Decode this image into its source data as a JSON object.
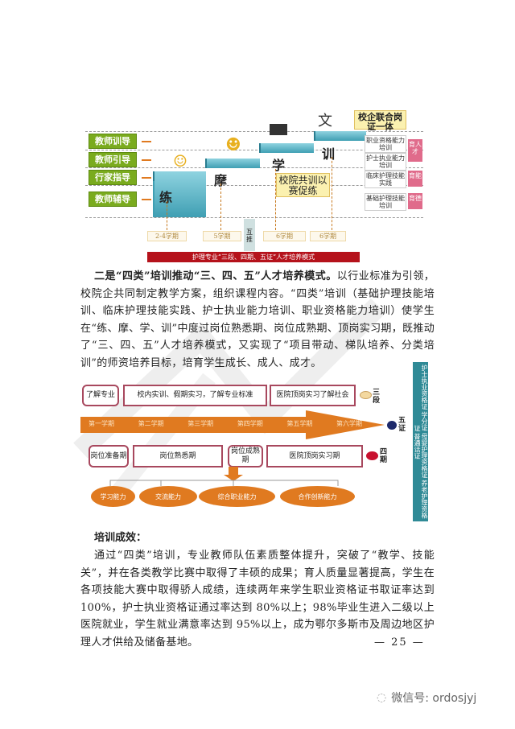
{
  "diagram1": {
    "guides": [
      "教师训导",
      "教师引导",
      "行家指导",
      "教师辅导"
    ],
    "steps": [
      "练",
      "摩",
      "学",
      "训"
    ],
    "top_box": "校企联合岗证一体",
    "mid_box": "校院共训以赛促练",
    "trainings": [
      "职业资格能力培训",
      "护士执业能力培训",
      "临床护理技能实践",
      "基础护理技能培训"
    ],
    "tags": [
      "育人才",
      "育能",
      "育德"
    ],
    "semesters": [
      "2-4学期",
      "5学期",
      "6学期",
      "6学期"
    ],
    "mutual": "互推",
    "banner": "护理专业“三段、四期、五证”人才培养模式"
  },
  "paragraph1": {
    "bold": "二是“四类”培训推动“三、四、五”人才培养模式。",
    "text": "以行业标准为引领，校院企共同制定教学方案，组织课程内容。“四类”培训（基础护理技能培训、临床护理技能实践、护士执业能力培训、职业资格能力培训）使学生在“练、摩、学、训”中度过岗位熟悉期、岗位成熟期、顶岗实习期，既推动了“三、四、五”人才培养模式，又实现了“项目带动、梯队培养、分类培训”的师资培养目标，培育学生成长、成人、成才。"
  },
  "diagram2": {
    "row1": [
      "了解专业",
      "校内实训、假期实习，了解专业标准",
      "医院顶岗实习了解社会"
    ],
    "row1_tag": "三段",
    "semesters": [
      "第一学期",
      "第二学期",
      "第三学期",
      "第四学期",
      "第五学期",
      "第六学期"
    ],
    "arrow_tag": "五证",
    "row2": [
      "岗位准备期",
      "岗位熟悉期",
      "岗位成熟期",
      "医院顶岗实习期"
    ],
    "row2_tag": "四期",
    "abilities": [
      "学习能力",
      "交流能力",
      "综合职业能力",
      "合作创新能力"
    ],
    "certs": "护士执业资格证 学分证 母婴护理资格证 养老护理资格证 普通话证"
  },
  "section2": {
    "heading": "培训成效：",
    "text": "通过“四类”培训，专业教师队伍素质整体提升，突破了“教学、技能关”，并在各类教学比赛中取得了丰硕的成果；育人质量显著提高，学生在各项技能大赛中取得骄人成绩，连续两年来学生职业资格证书取证率达到 100%，护士执业资格证通过率达到 80%以上；98%毕业生进入二级以上医院就业，学生就业满意率达到 95%以上，成为鄂尔多斯市及周边地区护理人才供给及储备基地。"
  },
  "page_number": "— 25 —",
  "watermark": "微信号: ordosjyj"
}
